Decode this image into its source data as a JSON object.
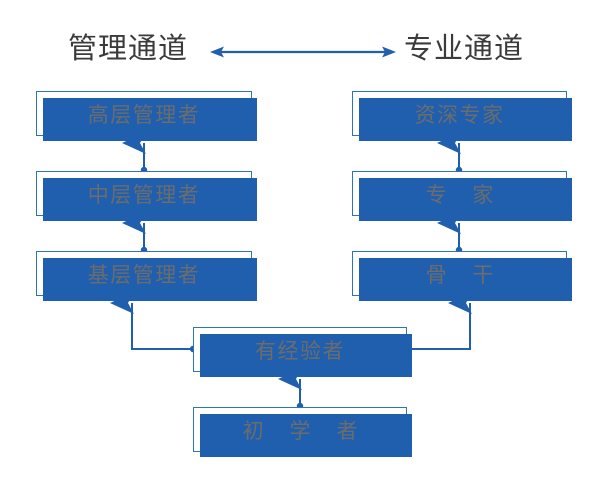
{
  "diagram": {
    "title_left": "管理通道",
    "title_right": "专业通道",
    "top_arrow": "double-headed-arrow",
    "accent_color": "#1F5FAE",
    "border_color": "#2E75B6",
    "label_color": "#6c6c6c",
    "title_color": "#3b3b3b",
    "background": "#ffffff"
  },
  "columns": {
    "management": {
      "heading": "管理通道",
      "nodes": [
        {
          "id": "senior-manager",
          "label": "高层管理者",
          "level": 3
        },
        {
          "id": "middle-manager",
          "label": "中层管理者",
          "level": 2
        },
        {
          "id": "base-manager",
          "label": "基层管理者",
          "level": 1
        }
      ]
    },
    "professional": {
      "heading": "专业通道",
      "nodes": [
        {
          "id": "senior-expert",
          "label": "资深专家",
          "level": 3
        },
        {
          "id": "expert",
          "label": "专 家",
          "level": 2
        },
        {
          "id": "backbone",
          "label": "骨 干",
          "level": 1
        }
      ]
    }
  },
  "shared": {
    "nodes": [
      {
        "id": "experienced",
        "label": "有经验者"
      },
      {
        "id": "beginner",
        "label": "初 学 者"
      }
    ]
  },
  "connections": [
    {
      "from": "middle-manager",
      "to": "senior-manager",
      "type": "arrow-up"
    },
    {
      "from": "base-manager",
      "to": "middle-manager",
      "type": "arrow-up"
    },
    {
      "from": "expert",
      "to": "senior-expert",
      "type": "arrow-up"
    },
    {
      "from": "backbone",
      "to": "expert",
      "type": "arrow-up"
    },
    {
      "from": "experienced",
      "to": "base-manager",
      "type": "elbow-left-up"
    },
    {
      "from": "experienced",
      "to": "backbone",
      "type": "elbow-right-up"
    },
    {
      "from": "beginner",
      "to": "experienced",
      "type": "arrow-up"
    },
    {
      "from": "management",
      "to": "professional",
      "type": "double-arrow"
    }
  ]
}
